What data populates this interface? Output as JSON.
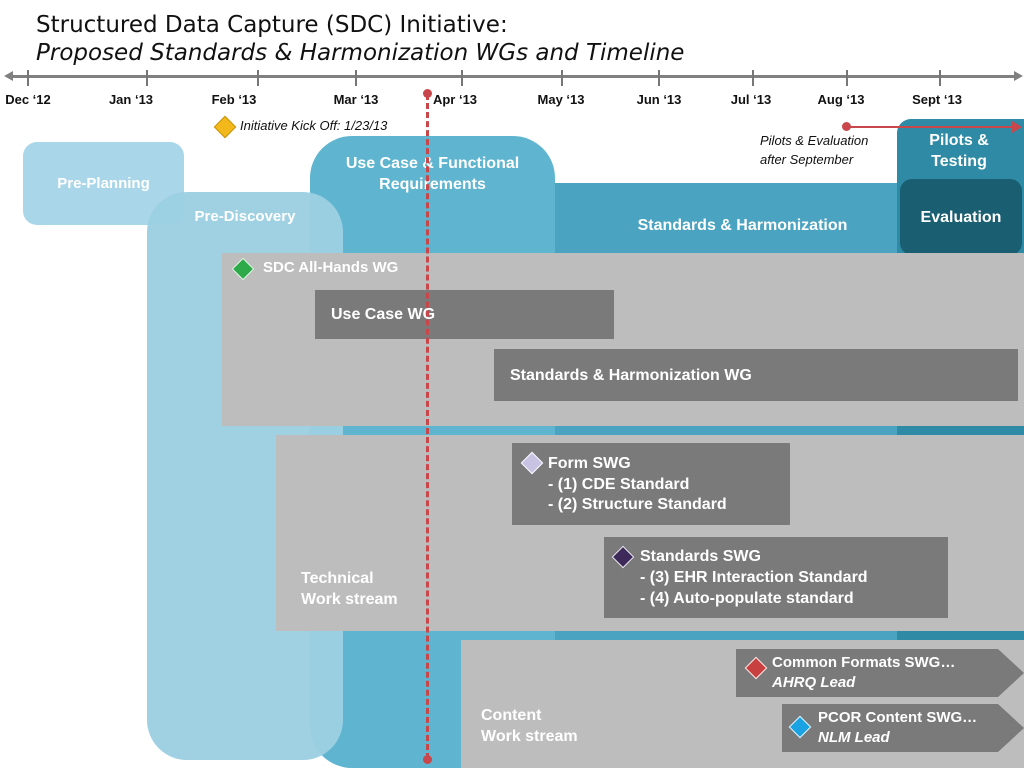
{
  "title": {
    "line1": "Structured Data Capture (SDC) Initiative:",
    "line2": "Proposed Standards & Harmonization WGs and Timeline"
  },
  "timeline": {
    "months": [
      "Dec ‘12",
      "Jan ‘13",
      "Feb ‘13",
      "Mar ‘13",
      "Apr ‘13",
      "May ‘13",
      "Jun ‘13",
      "Jul ‘13",
      "Aug ‘13",
      "Sept ‘13"
    ],
    "kickoff": "Initiative Kick Off: 1/23/13",
    "pilots_note_line1": "Pilots & Evaluation",
    "pilots_note_line2": "after September"
  },
  "phases": {
    "pre_planning": "Pre-Planning",
    "pre_discovery": "Pre-Discovery",
    "use_case_line1": "Use Case & Functional",
    "use_case_line2": "Requirements",
    "standards_harmonization": "Standards & Harmonization",
    "pilots_line1": "Pilots &",
    "pilots_line2": "Testing",
    "evaluation": "Evaluation"
  },
  "workgroups": {
    "all_hands": "SDC All-Hands WG",
    "use_case_wg": "Use Case WG",
    "sh_wg": "Standards & Harmonization WG"
  },
  "technical": {
    "label_line1": "Technical",
    "label_line2": "Work stream",
    "form_swg": {
      "title": "Form SWG",
      "item1": "- (1) CDE Standard",
      "item2": "- (2) Structure Standard"
    },
    "standards_swg": {
      "title": "Standards SWG",
      "item1": "- (3) EHR Interaction Standard",
      "item2": "- (4) Auto-populate standard"
    }
  },
  "content": {
    "label_line1": "Content",
    "label_line2": "Work stream",
    "common_formats": {
      "title": "Common Formats SWG…",
      "lead": "AHRQ Lead"
    },
    "pcor_content": {
      "title": "PCOR Content SWG…",
      "lead": "NLM Lead"
    }
  },
  "colors": {
    "pre_planning": "#a9d6e8",
    "pre_discovery": "#9cd0e2",
    "use_case": "#5fb5d0",
    "standards": "#4aa3c0",
    "pilots": "#2f8aa6",
    "evaluation": "#1a5e72",
    "workstream_gray": "#bdbdbd",
    "wg_dark_gray": "#7a7a7a",
    "diamond_green": "#2eaa4a",
    "diamond_lavender": "#c9c3e3",
    "diamond_dark_purple": "#3e2a5a",
    "diamond_red": "#c94040",
    "diamond_blue": "#1aa2e2",
    "diamond_gold": "#f2b81c",
    "today_line": "#c9474b"
  }
}
